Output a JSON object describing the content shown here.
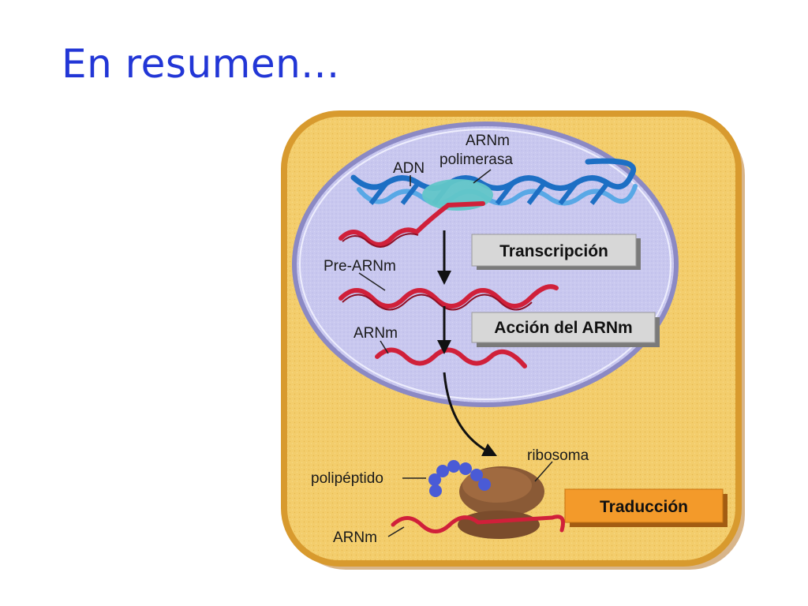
{
  "slide": {
    "title": "En resumen..."
  },
  "diagram": {
    "labels": {
      "mrna_polymerase_line1": "ARNm",
      "mrna_polymerase_line2": "polimerasa",
      "dna": "ADN",
      "pre_mrna": "Pre-ARNm",
      "mrna_nucleus": "ARNm",
      "ribosome": "ribosoma",
      "polypeptide": "polipéptido",
      "mrna_cytoplasm": "ARNm"
    },
    "steps": {
      "transcription": "Transcripción",
      "mrna_action": "Acción del ARNm",
      "translation": "Traducción"
    },
    "colors": {
      "cell": "#f3cd6c",
      "cell_border": "#d89a2e",
      "nucleus": "#c9c8ef",
      "nucleus_border": "#8b89c4",
      "dna": "#1d6fc4",
      "rna": "#d0203a",
      "polymerase": "#62c6c8",
      "ribosome": "#8a5a36",
      "polypeptide": "#4a5bd6",
      "step_box": "#d7d7d7",
      "translation_box": "#f39a2a"
    }
  }
}
